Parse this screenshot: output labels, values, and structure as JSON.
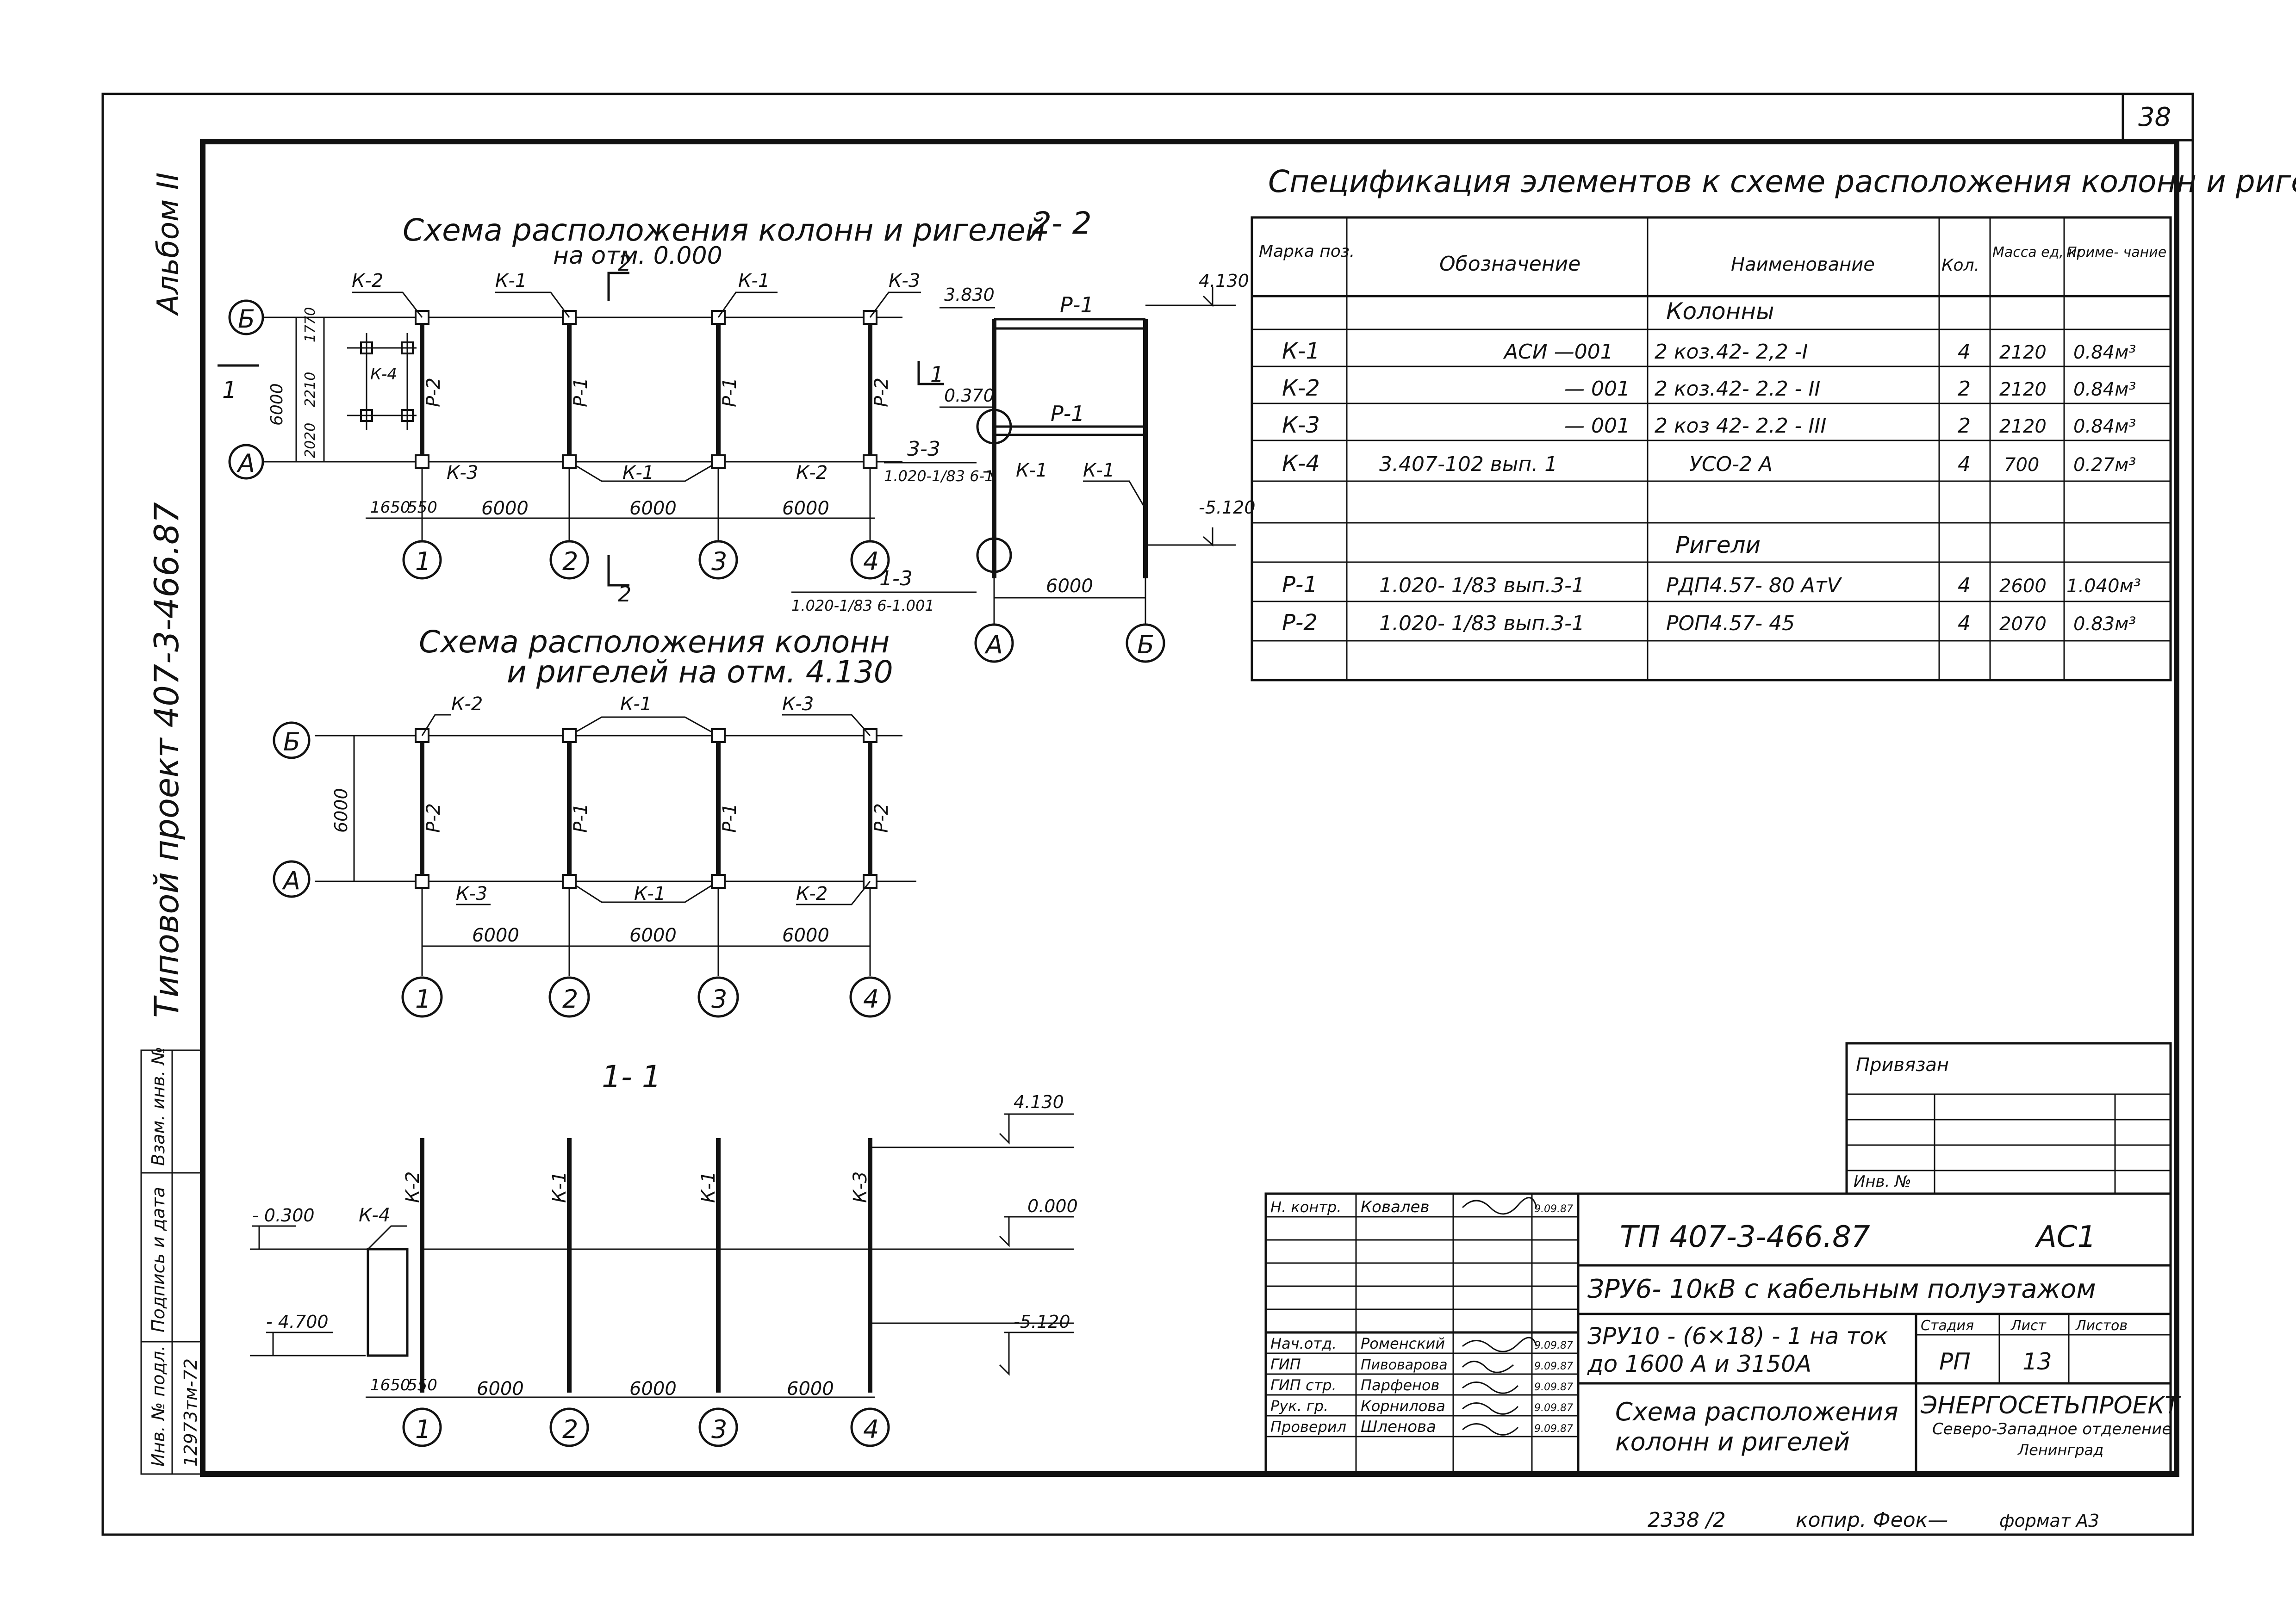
{
  "sheet": {
    "number": "38",
    "album": "Альбом II",
    "project": "Типовой проект 407-3-466.87"
  },
  "side_stamp": {
    "vzam": "Взам. инв. №",
    "podpis": "Подпись и дата",
    "inv_podl": "Инв. № подл.",
    "inv_value": "12973тм-72"
  },
  "plan0": {
    "title1": "Схема расположения колонн и ригелей",
    "title2": "на отм. 0.000",
    "axes_rows": [
      "Б",
      "А"
    ],
    "axes_cols": [
      "1",
      "2",
      "3",
      "4"
    ],
    "marks_top": [
      "К-2",
      "К-1",
      "К-1",
      "К-3"
    ],
    "marks_bottom": [
      "К-3",
      "К-1",
      "К-2"
    ],
    "k4": "К-4",
    "beams": [
      "Р-2",
      "Р-1",
      "Р-1",
      "Р-2"
    ],
    "dims_x": [
      "1650",
      "550",
      "6000",
      "6000",
      "6000"
    ],
    "dims_y": [
      "6000",
      "1770",
      "2210",
      "2020"
    ],
    "section": "2",
    "section1": "1"
  },
  "section22": {
    "title": "2- 2",
    "levels": [
      "4.130",
      "3.830",
      "0.370",
      "-5.120"
    ],
    "beams": [
      "Р-1",
      "Р-1"
    ],
    "marks": [
      "К-1",
      "К-1"
    ],
    "node1": "1-3",
    "node1_ref": "1.020-1/83 6-1.001",
    "node3": "3-3",
    "node3_ref": "1.020-1/83 6-1",
    "dim": "6000",
    "axes": [
      "А",
      "Б"
    ],
    "section": "1"
  },
  "plan4": {
    "title1": "Схема расположения колонн",
    "title2": "и ригелей на отм. 4.130",
    "axes_rows": [
      "Б",
      "А"
    ],
    "axes_cols": [
      "1",
      "2",
      "3",
      "4"
    ],
    "marks_top": [
      "К-2",
      "К-1",
      "К-3"
    ],
    "marks_bottom": [
      "К-3",
      "К-1",
      "К-2"
    ],
    "beams": [
      "Р-2",
      "Р-1",
      "Р-1",
      "Р-2"
    ],
    "dims_x": [
      "6000",
      "6000",
      "6000"
    ],
    "dim_y": "6000"
  },
  "section11": {
    "title": "1- 1",
    "levels": [
      "4.130",
      "0.000",
      "-5.120",
      "- 0.300",
      "- 4.700"
    ],
    "marks": [
      "К-2",
      "К-1",
      "К-1",
      "К-3"
    ],
    "k4": "К-4",
    "dims_x": [
      "1650",
      "550",
      "6000",
      "6000",
      "6000"
    ],
    "axes_cols": [
      "1",
      "2",
      "3",
      "4"
    ]
  },
  "spec": {
    "title": "Спецификация элементов к схеме расположения колонн и ригелей",
    "headers": [
      "Марка поз.",
      "Обозначение",
      "Наименование",
      "Кол.",
      "Масса ед, кг",
      "Приме- чание"
    ],
    "group1": "Колонны",
    "rows1": [
      [
        "К-1",
        "АСИ  —001",
        "2 коз.42- 2,2 -I",
        "4",
        "2120",
        "0.84м³"
      ],
      [
        "К-2",
        "— 001",
        "2 коз.42- 2.2 - II",
        "2",
        "2120",
        "0.84м³"
      ],
      [
        "К-3",
        "— 001",
        "2 коз 42- 2.2 - III",
        "2",
        "2120",
        "0.84м³"
      ],
      [
        "К-4",
        "3.407-102   вып. 1",
        "УСО-2 А",
        "4",
        "700",
        "0.27м³"
      ]
    ],
    "group2": "Ригели",
    "rows2": [
      [
        "Р-1",
        "1.020- 1/83  вып.3-1",
        "РДП4.57- 80 АтV",
        "4",
        "2600",
        "1.040м³"
      ],
      [
        "Р-2",
        "1.020- 1/83  вып.3-1",
        "РОП4.57- 45",
        "4",
        "2070",
        "0.83м³"
      ]
    ]
  },
  "privyazan": {
    "label": "Привязан",
    "inv": "Инв. №"
  },
  "title_block": {
    "code": "ТП  407-3-466.87",
    "mark": "АС1",
    "object": "ЗРУ6- 10кВ с кабельным полуэтажом",
    "subject1": "ЗРУ10 - (6×18) - 1 на ток",
    "subject2": "до 1600 А  и  3150А",
    "sheet_title1": "Схема расположения",
    "sheet_title2": "колонн и ригелей",
    "stage_h": "Стадия",
    "sheet_h": "Лист",
    "sheets_h": "Листов",
    "stage": "РП",
    "sheet": "13",
    "org1": "ЭНЕРГОСЕТЬПРОЕКТ",
    "org2": "Северо-Западное отделение",
    "org3": "Ленинград",
    "people": [
      [
        "Н. контр.",
        "Ковалев",
        "9.09.87"
      ],
      [
        "Нач.отд.",
        "Роменский",
        "9.09.87"
      ],
      [
        "ГИП",
        "Пивоварова",
        "9.09.87"
      ],
      [
        "ГИП стр.",
        "Парфенов",
        "9.09.87"
      ],
      [
        "Рук. гр.",
        "Корнилова",
        "9.09.87"
      ],
      [
        "Проверил",
        "Шленова",
        "9.09.87"
      ]
    ]
  },
  "footer": {
    "num": "2338 /2",
    "copy": "копир. Феок—",
    "format": "формат А3"
  }
}
